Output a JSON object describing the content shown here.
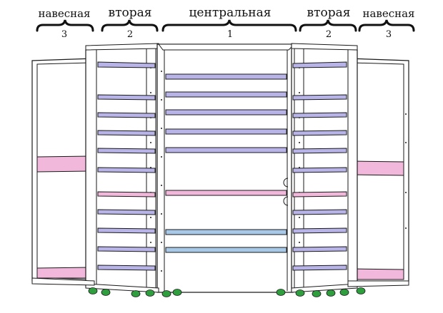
{
  "labels": [
    {
      "name": "навесная",
      "number": "3"
    },
    {
      "name": "вторая",
      "number": "2"
    },
    {
      "name": "центральная",
      "number": "1"
    },
    {
      "name": "вторая",
      "number": "2"
    },
    {
      "name": "навесная",
      "number": "3"
    }
  ],
  "colors": {
    "outline": "#1a1a1a",
    "shelf_purple": "#b8b4e8",
    "shelf_pink": "#f2b8dc",
    "shelf_blue": "#a8c8e8",
    "wheel": "#2f9e3f",
    "background": "#ffffff"
  }
}
